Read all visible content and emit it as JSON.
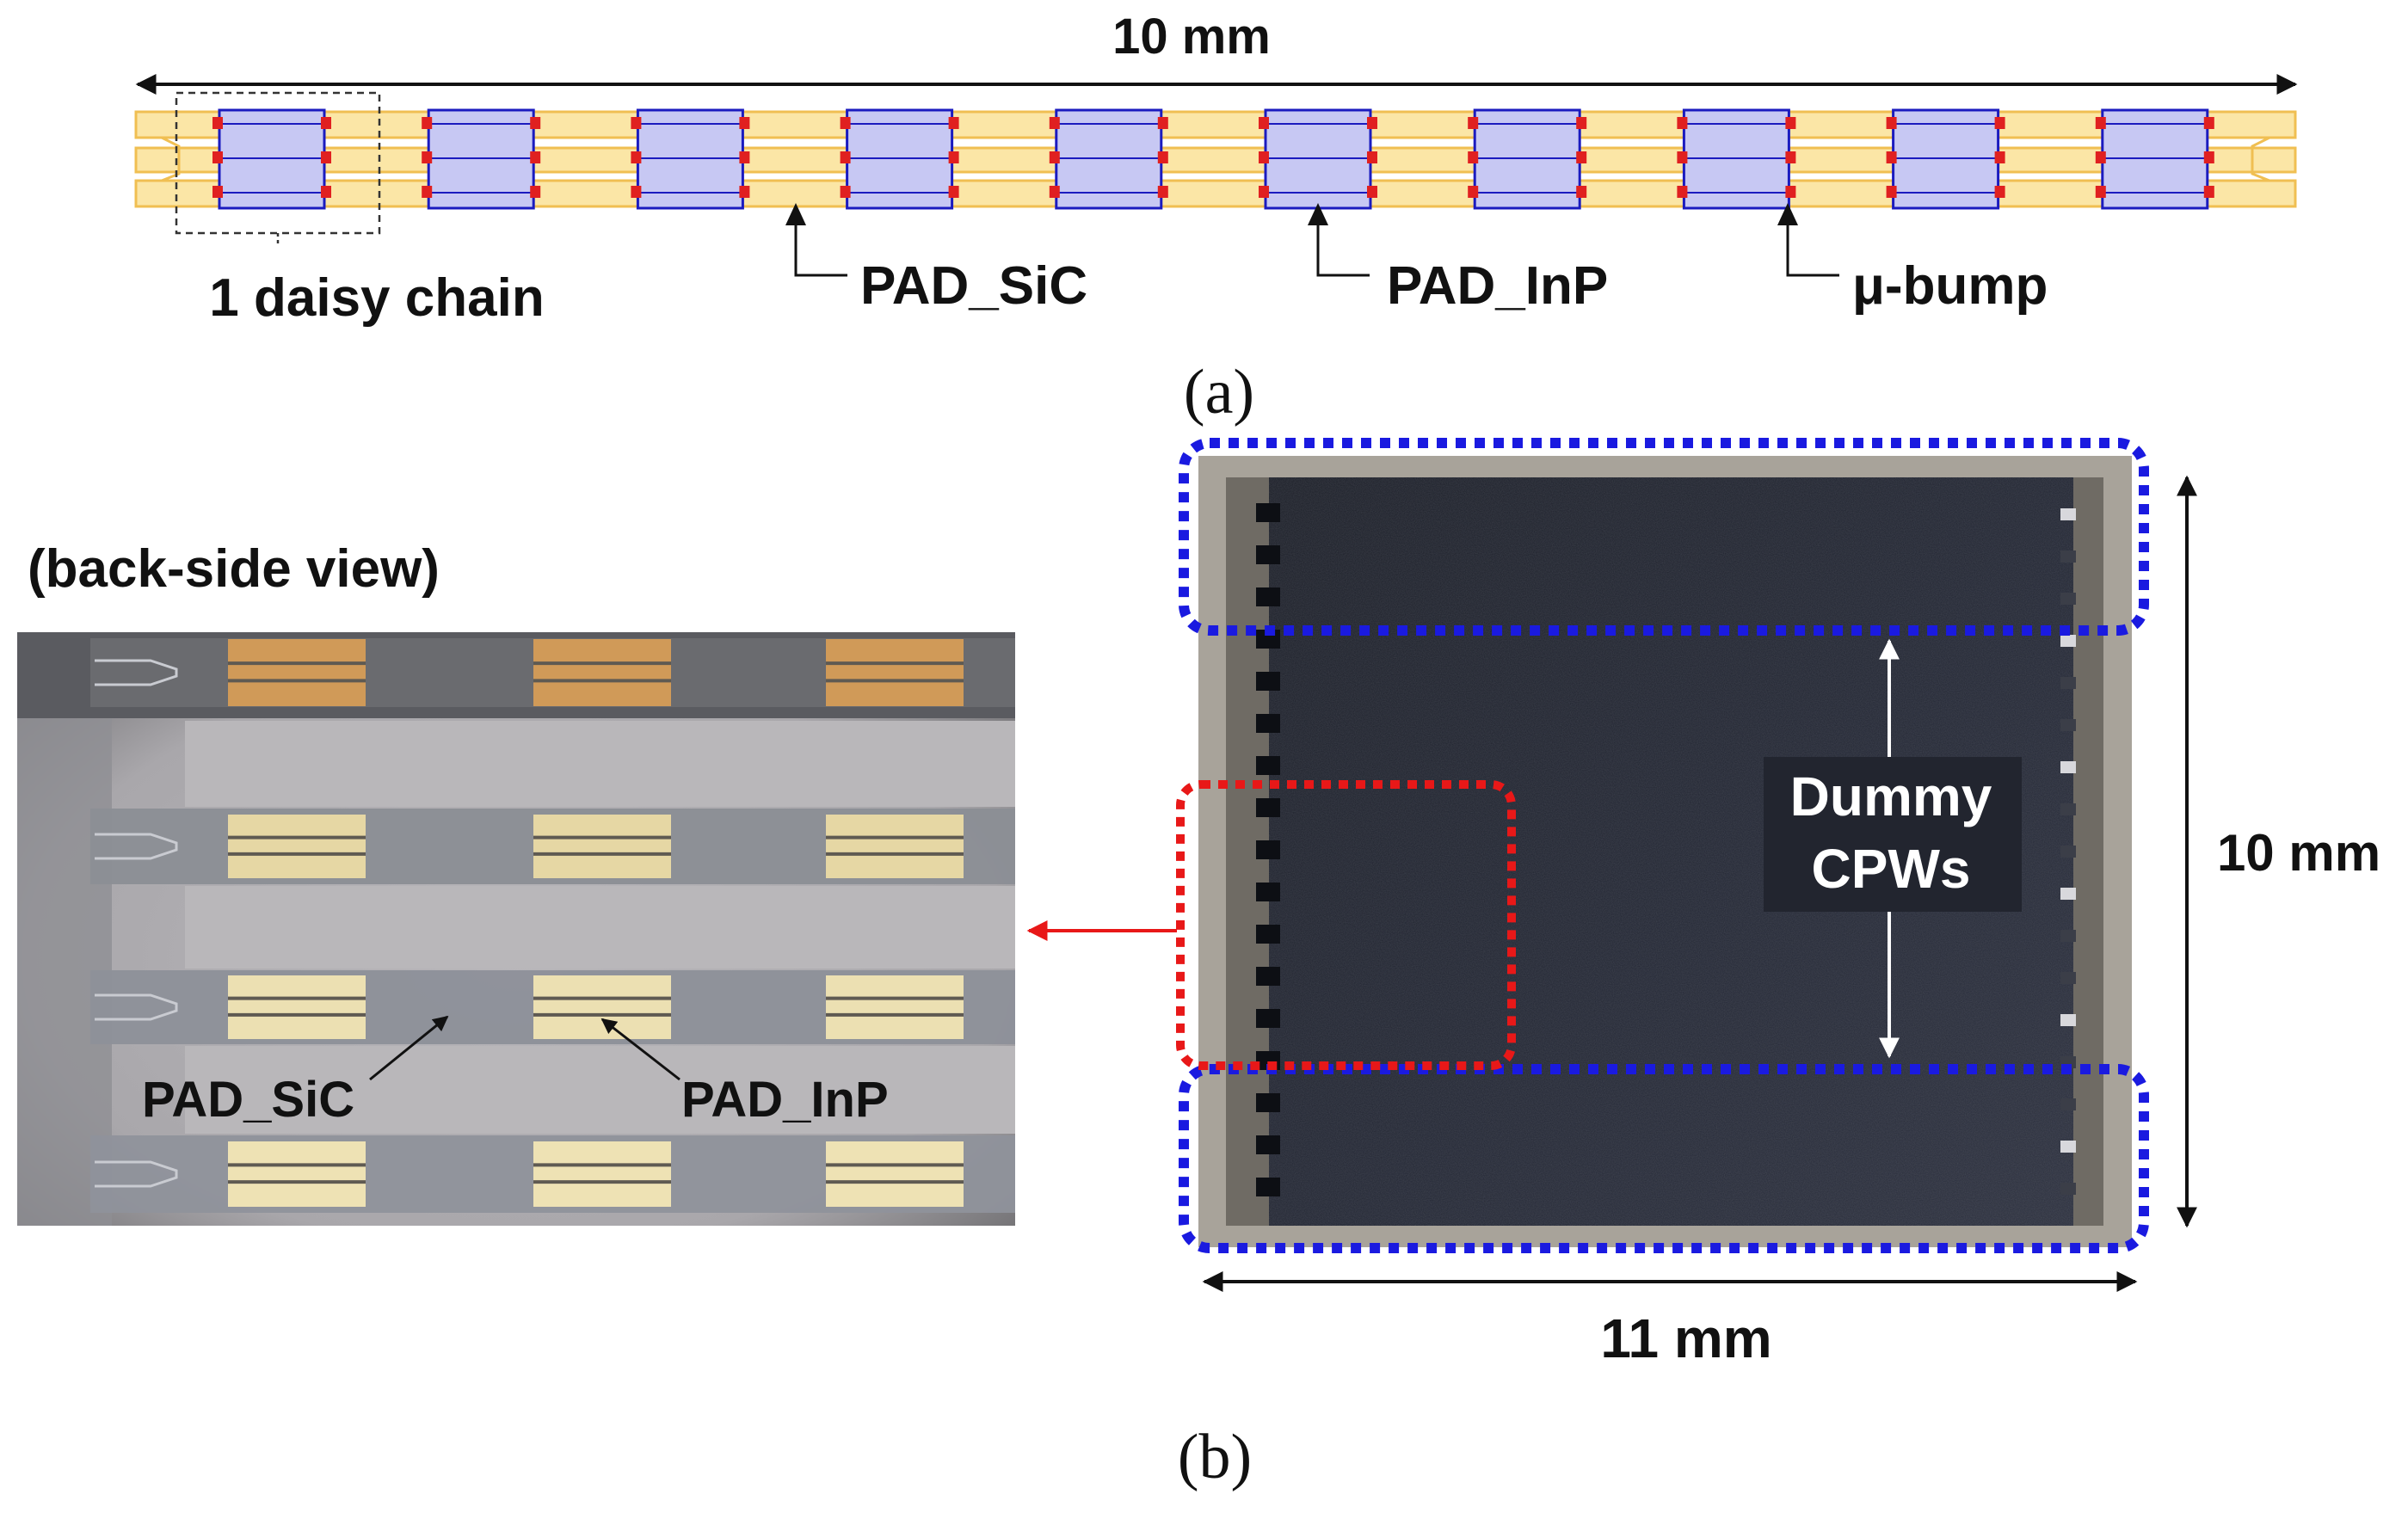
{
  "panel_a": {
    "width_label": "10 mm",
    "daisy_chain_label": "1 daisy chain",
    "pad_sic_label": "PAD_SiC",
    "pad_inp_label": "PAD_InP",
    "bump_label": "μ-bump",
    "caption": "(a)",
    "colors": {
      "trace": "#fbe6a6",
      "trace_edge": "#f0bf52",
      "pad": "#c7c8f3",
      "pad_edge": "#1b1bbf",
      "bump": "#e02020"
    },
    "daisy_chain_count": 10
  },
  "panel_b": {
    "view_label": "(back-side view)",
    "photo_pad_sic_label": "PAD_SiC",
    "photo_pad_inp_label": "PAD_InP",
    "dummy_label_line1": "Dummy",
    "dummy_label_line2": "CPWs",
    "height_label": "10 mm",
    "width_label": "11 mm",
    "caption": "(b)",
    "colors": {
      "highlight_blue": "#1a1ae0",
      "highlight_red": "#e81818"
    }
  }
}
